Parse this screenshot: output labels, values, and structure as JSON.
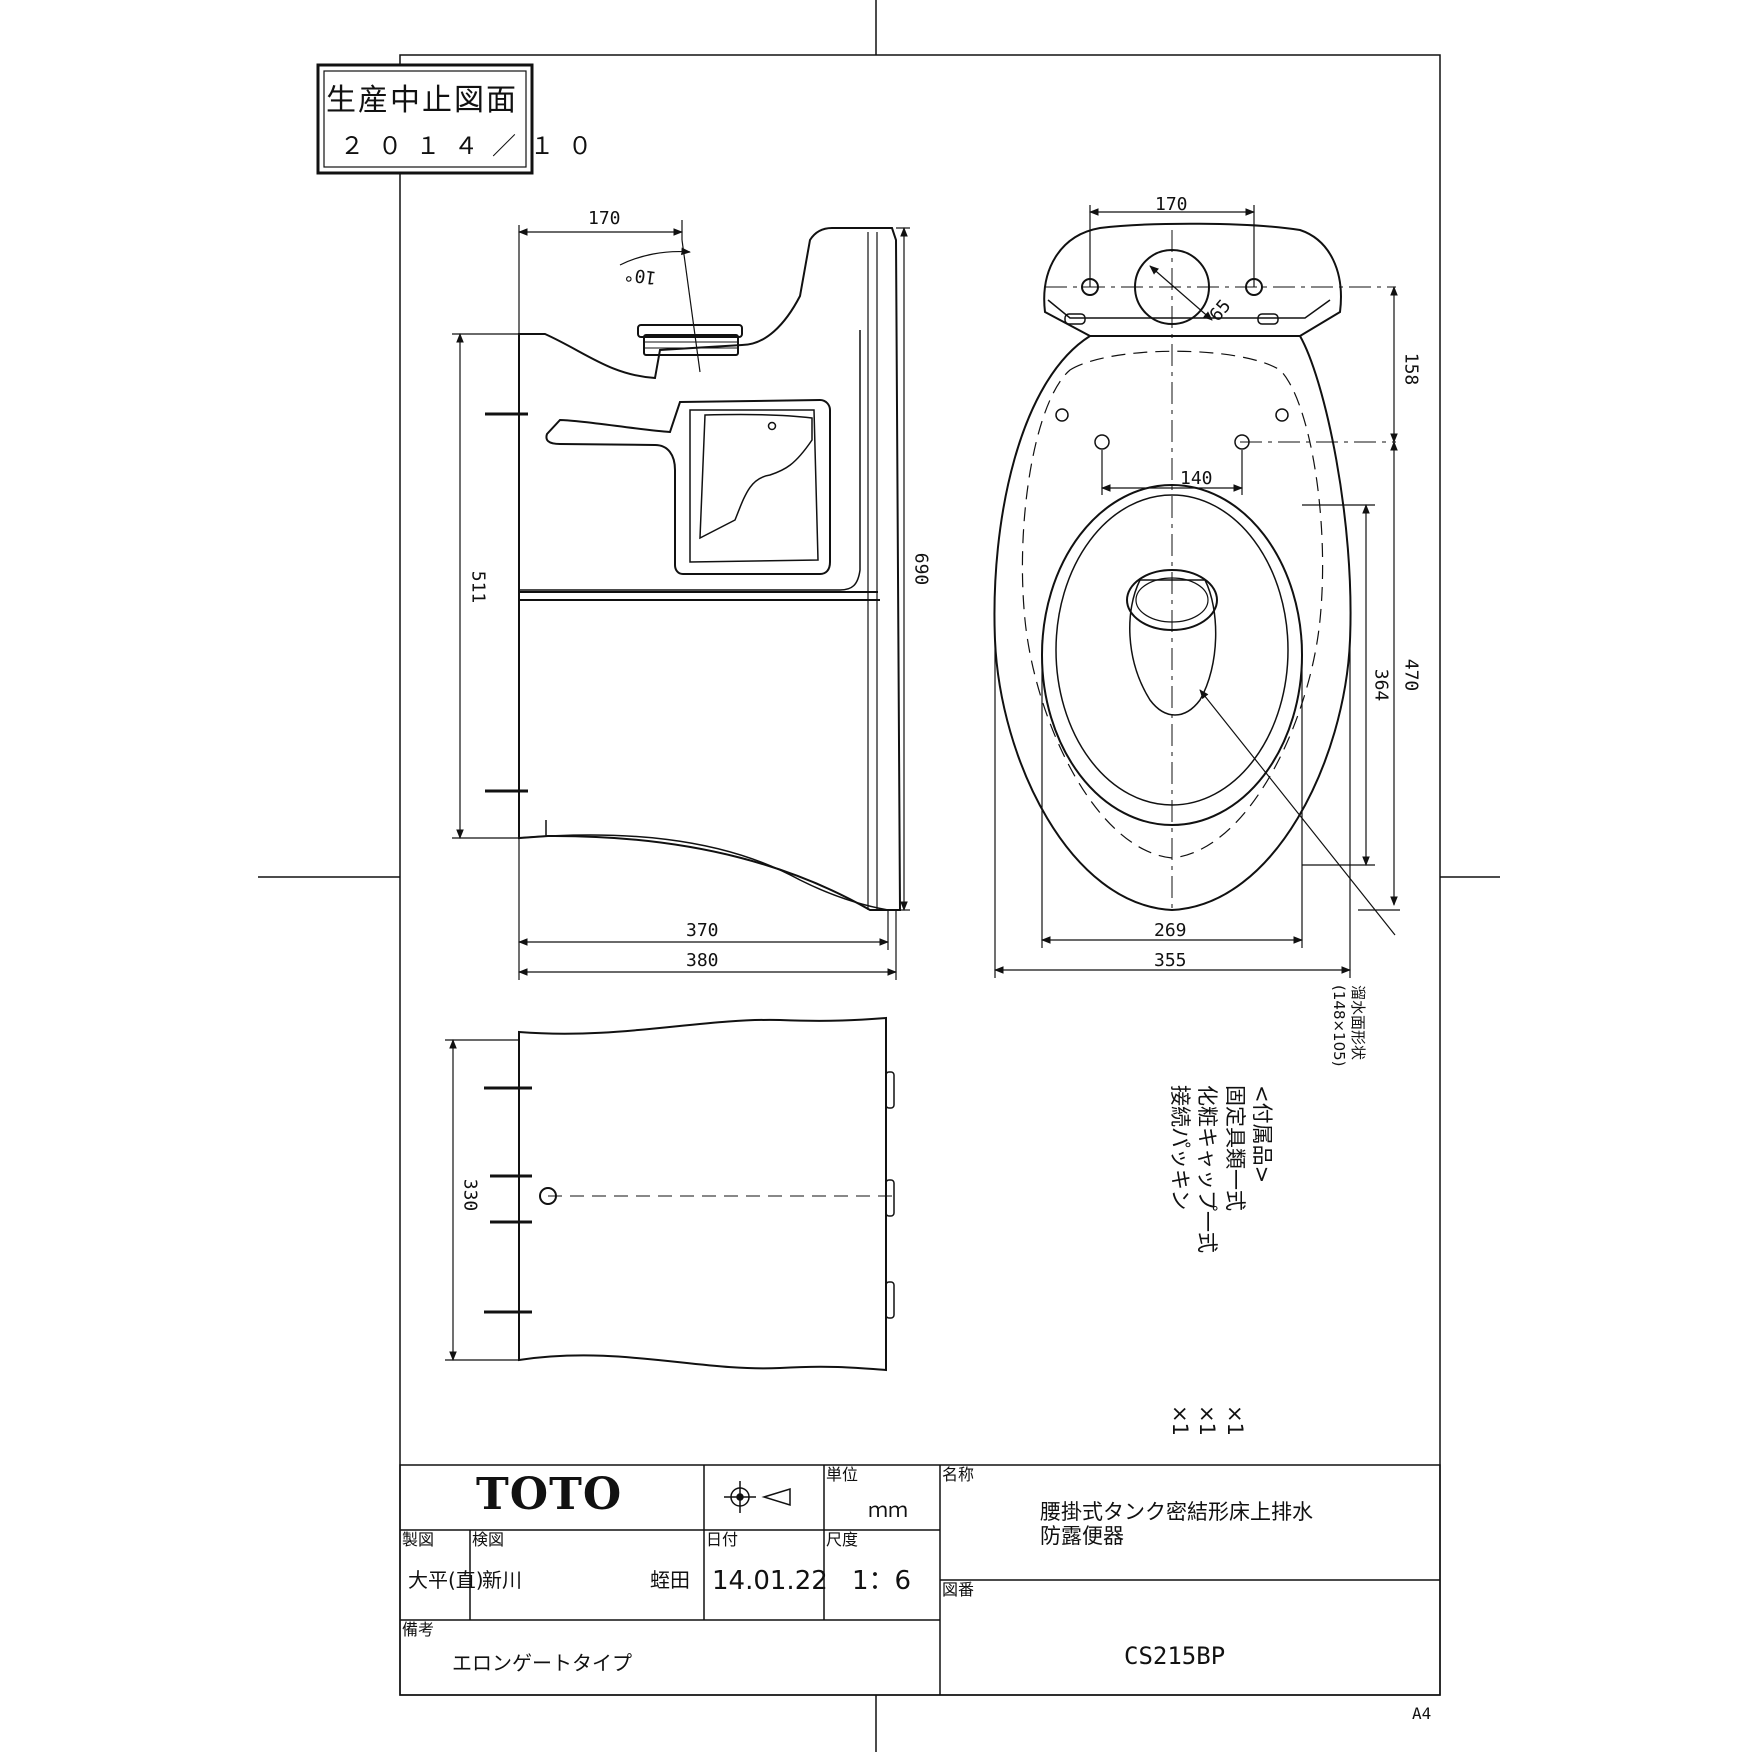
{
  "stamp": {
    "title": "生産中止図面",
    "date": "２０１４／１０"
  },
  "dimensions": {
    "side_view": {
      "d170": "170",
      "angle": "10°",
      "d511": "511",
      "d690": "690",
      "d370": "370",
      "d380": "380"
    },
    "top_view": {
      "d170": "170",
      "d65": "65",
      "d158": "158",
      "d140": "140",
      "d364": "364",
      "d470": "470",
      "d269": "269",
      "d355": "355"
    },
    "floor_view": {
      "d330": "330"
    }
  },
  "notes": {
    "water_surface": "溜水面形状",
    "water_surface_size": "(148×105)",
    "accessories_header": "<付属品>",
    "accessories": [
      {
        "name": "固定具類一式",
        "qty": "×1"
      },
      {
        "name": "化粧キャップ一式",
        "qty": "×1"
      },
      {
        "name": "接続パッキン",
        "qty": "×1"
      }
    ]
  },
  "title_block": {
    "logo": "TOTO",
    "unit_label": "単位",
    "unit_value": "ｍｍ",
    "name_label": "名称",
    "name_line1": "腰掛式タンク密結形床上排水",
    "name_line2": "防露便器",
    "drawn_label": "製図",
    "drawn_value": "大平(直)",
    "checked_label": "検図",
    "checked_value1": "新川",
    "checked_value2": "蛭田",
    "date_label": "日付",
    "date_value": "14.01.22",
    "scale_label": "尺度",
    "scale_value": "1：6",
    "drawing_no_label": "図番",
    "drawing_no": "CS215BP",
    "remarks_label": "備考",
    "remarks_value": "エロンゲートタイプ"
  },
  "paper_size": "A4"
}
